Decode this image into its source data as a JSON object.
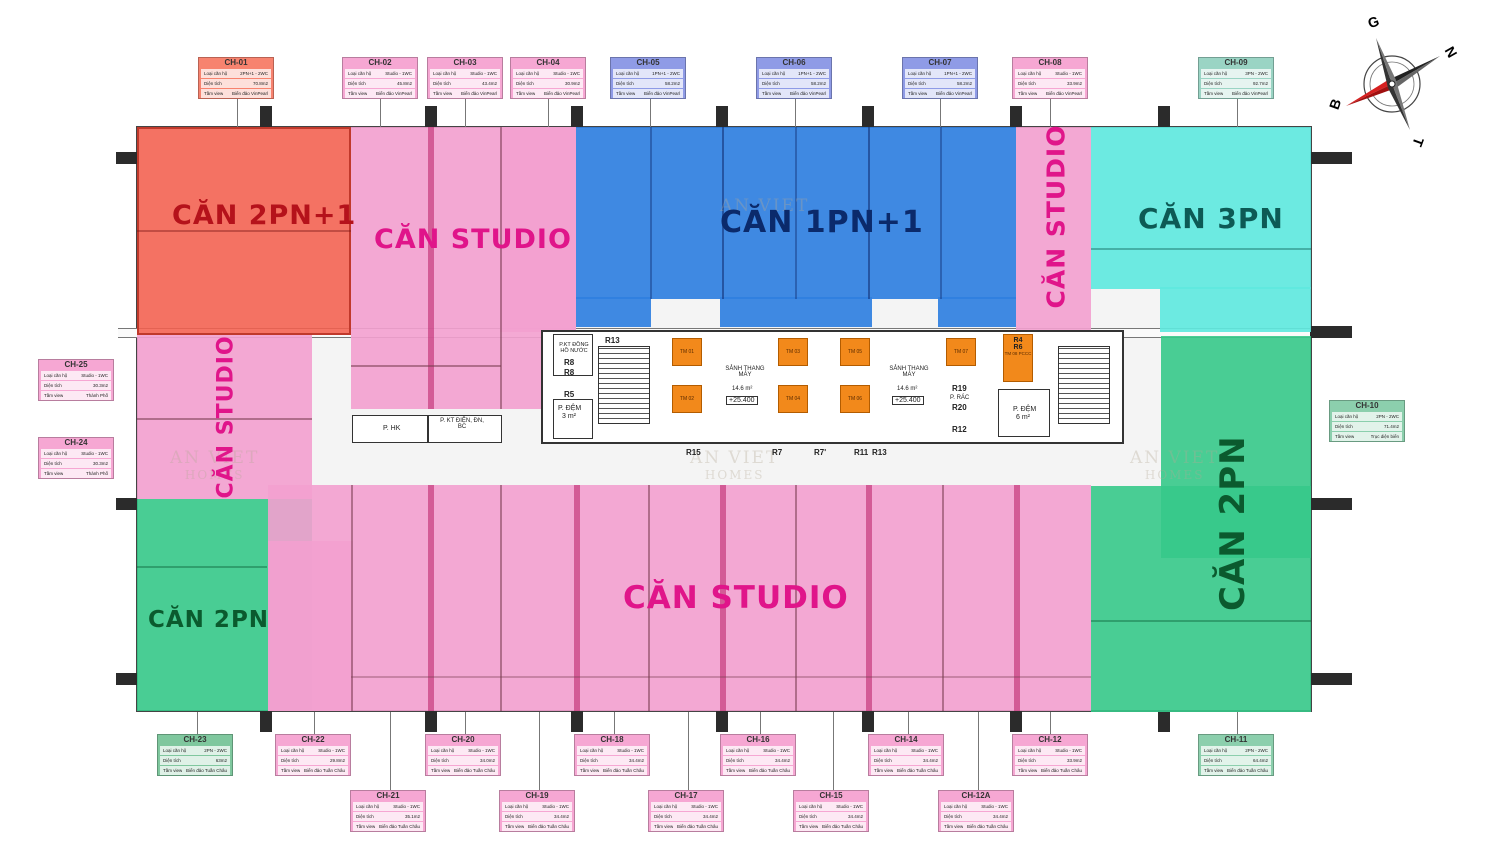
{
  "zones": {
    "z2pn1": "CĂN 2PN+1",
    "studio_top": "CĂN STUDIO",
    "z1pn1": "CĂN 1PN+1",
    "studio_right": "CĂN STUDIO",
    "z3pn": "CĂN 3PN",
    "studio_left": "CĂN STUDIO",
    "z2pn_right": "CĂN 2PN",
    "z2pn_left": "CĂN 2PN",
    "studio_bottom": "CĂN STUDIO"
  },
  "colors": {
    "red": "#f4604e",
    "pink": "#f3a0cf",
    "blue": "#2f7fe0",
    "cyan": "#5fe8de",
    "green": "#36c98a",
    "title_red": "#b5121b",
    "title_magenta": "#e0158a",
    "title_navy": "#0b2a6b",
    "title_teal": "#0d5a55",
    "title_dgreen": "#0b5a2e"
  },
  "compass": {
    "n": "N",
    "g": "G",
    "b": "B",
    "t": "T"
  },
  "watermark": {
    "brand": "AN VIET",
    "sub": "HOMES"
  },
  "core": {
    "pkt_dong_ho": "P.KT ĐỒNG HỒ NƯỚC",
    "r8": "R8",
    "r8b": "R8",
    "r5": "R5",
    "p_dem1": "P. ĐỆM",
    "p_dem1_area": "3 m²",
    "r13a": "R13",
    "tm01": "TM 01",
    "tm02": "TM 02",
    "tm03": "TM 03",
    "tm04": "TM 04",
    "tm05": "TM 05",
    "tm06": "TM 06",
    "tm07": "TM 07",
    "tm08": "TM 08 PCCC",
    "sanh1": "SẢNH THANG MÁY",
    "sanh1_area": "14.6 m²",
    "sanh1_level": "+25.400",
    "sanh2": "SẢNH THANG MÁY",
    "sanh2_area": "14.6 m²",
    "sanh2_level": "+25.400",
    "r15": "R15",
    "r7": "R7",
    "r7b": "R7'",
    "r11": "R11",
    "r13": "R13",
    "r4": "R4",
    "r6": "R6",
    "r19": "R19",
    "p_rac": "P. RÁC",
    "r20": "R20",
    "r12": "R12",
    "p_dem2": "P. ĐỆM",
    "p_dem2_area": "6 m²",
    "phk": "P. HK",
    "pkt_dien": "P. KT ĐIỆN, ĐN, BC"
  },
  "row_labels": {
    "type": "Loại căn hộ",
    "area": "Diện tích",
    "view": "Tầm view"
  },
  "units": [
    {
      "code": "CH-01",
      "type": "2PN+1 - 2WC",
      "area": "70.8m2",
      "view": "Biển đảo VinPearl"
    },
    {
      "code": "CH-02",
      "type": "Studio - 1WC",
      "area": "45.8m2",
      "view": "Biển đảo VinPearl"
    },
    {
      "code": "CH-03",
      "type": "Studio - 1WC",
      "area": "43.4m2",
      "view": "Biển đảo VinPearl"
    },
    {
      "code": "CH-04",
      "type": "Studio - 1WC",
      "area": "30.9m2",
      "view": "Biển đảo VinPearl"
    },
    {
      "code": "CH-05",
      "type": "1PN+1 - 2WC",
      "area": "58.2m2",
      "view": "Biển đảo VinPearl"
    },
    {
      "code": "CH-06",
      "type": "1PN+1 - 2WC",
      "area": "58.2m2",
      "view": "Biển đảo VinPearl"
    },
    {
      "code": "CH-07",
      "type": "1PN+1 - 2WC",
      "area": "58.2m2",
      "view": "Biển đảo VinPearl"
    },
    {
      "code": "CH-08",
      "type": "Studio - 1WC",
      "area": "33.9m2",
      "view": "Biển đảo VinPearl"
    },
    {
      "code": "CH-09",
      "type": "3PN - 2WC",
      "area": "92.7m2",
      "view": "Biển đảo VinPearl"
    },
    {
      "code": "CH-10",
      "type": "2PN - 2WC",
      "area": "71.4m2",
      "view": "Trục diện biển"
    },
    {
      "code": "CH-25",
      "type": "Studio - 1WC",
      "area": "30.3m2",
      "view": "Thành Phố"
    },
    {
      "code": "CH-24",
      "type": "Studio - 1WC",
      "area": "30.3m2",
      "view": "Thành Phố"
    },
    {
      "code": "CH-23",
      "type": "2PN - 2WC",
      "area": "63m2",
      "view": "Biển đảo Tuần Châu"
    },
    {
      "code": "CH-22",
      "type": "Studio - 1WC",
      "area": "29.8m2",
      "view": "Biển đảo Tuần Châu"
    },
    {
      "code": "CH-20",
      "type": "Studio - 1WC",
      "area": "34.0m2",
      "view": "Biển đảo Tuần Châu"
    },
    {
      "code": "CH-18",
      "type": "Studio - 1WC",
      "area": "34.4m2",
      "view": "Biển đảo Tuần Châu"
    },
    {
      "code": "CH-16",
      "type": "Studio - 1WC",
      "area": "34.4m2",
      "view": "Biển đảo Tuần Châu"
    },
    {
      "code": "CH-14",
      "type": "Studio - 1WC",
      "area": "34.4m2",
      "view": "Biển đảo Tuần Châu"
    },
    {
      "code": "CH-12",
      "type": "Studio - 1WC",
      "area": "33.9m2",
      "view": "Biển đảo Tuần Châu"
    },
    {
      "code": "CH-11",
      "type": "2PN - 2WC",
      "area": "64.4m2",
      "view": "Biển đảo Tuần Châu"
    },
    {
      "code": "CH-21",
      "type": "Studio - 1WC",
      "area": "35.1m2",
      "view": "Biển đảo Tuần Châu"
    },
    {
      "code": "CH-19",
      "type": "Studio - 1WC",
      "area": "34.4m2",
      "view": "Biển đảo Tuần Châu"
    },
    {
      "code": "CH-17",
      "type": "Studio - 1WC",
      "area": "34.4m2",
      "view": "Biển đảo Tuần Châu"
    },
    {
      "code": "CH-15",
      "type": "Studio - 1WC",
      "area": "34.4m2",
      "view": "Biển đảo Tuần Châu"
    },
    {
      "code": "CH-12A",
      "type": "Studio - 1WC",
      "area": "34.4m2",
      "view": "Biển đảo Tuần Châu"
    }
  ]
}
